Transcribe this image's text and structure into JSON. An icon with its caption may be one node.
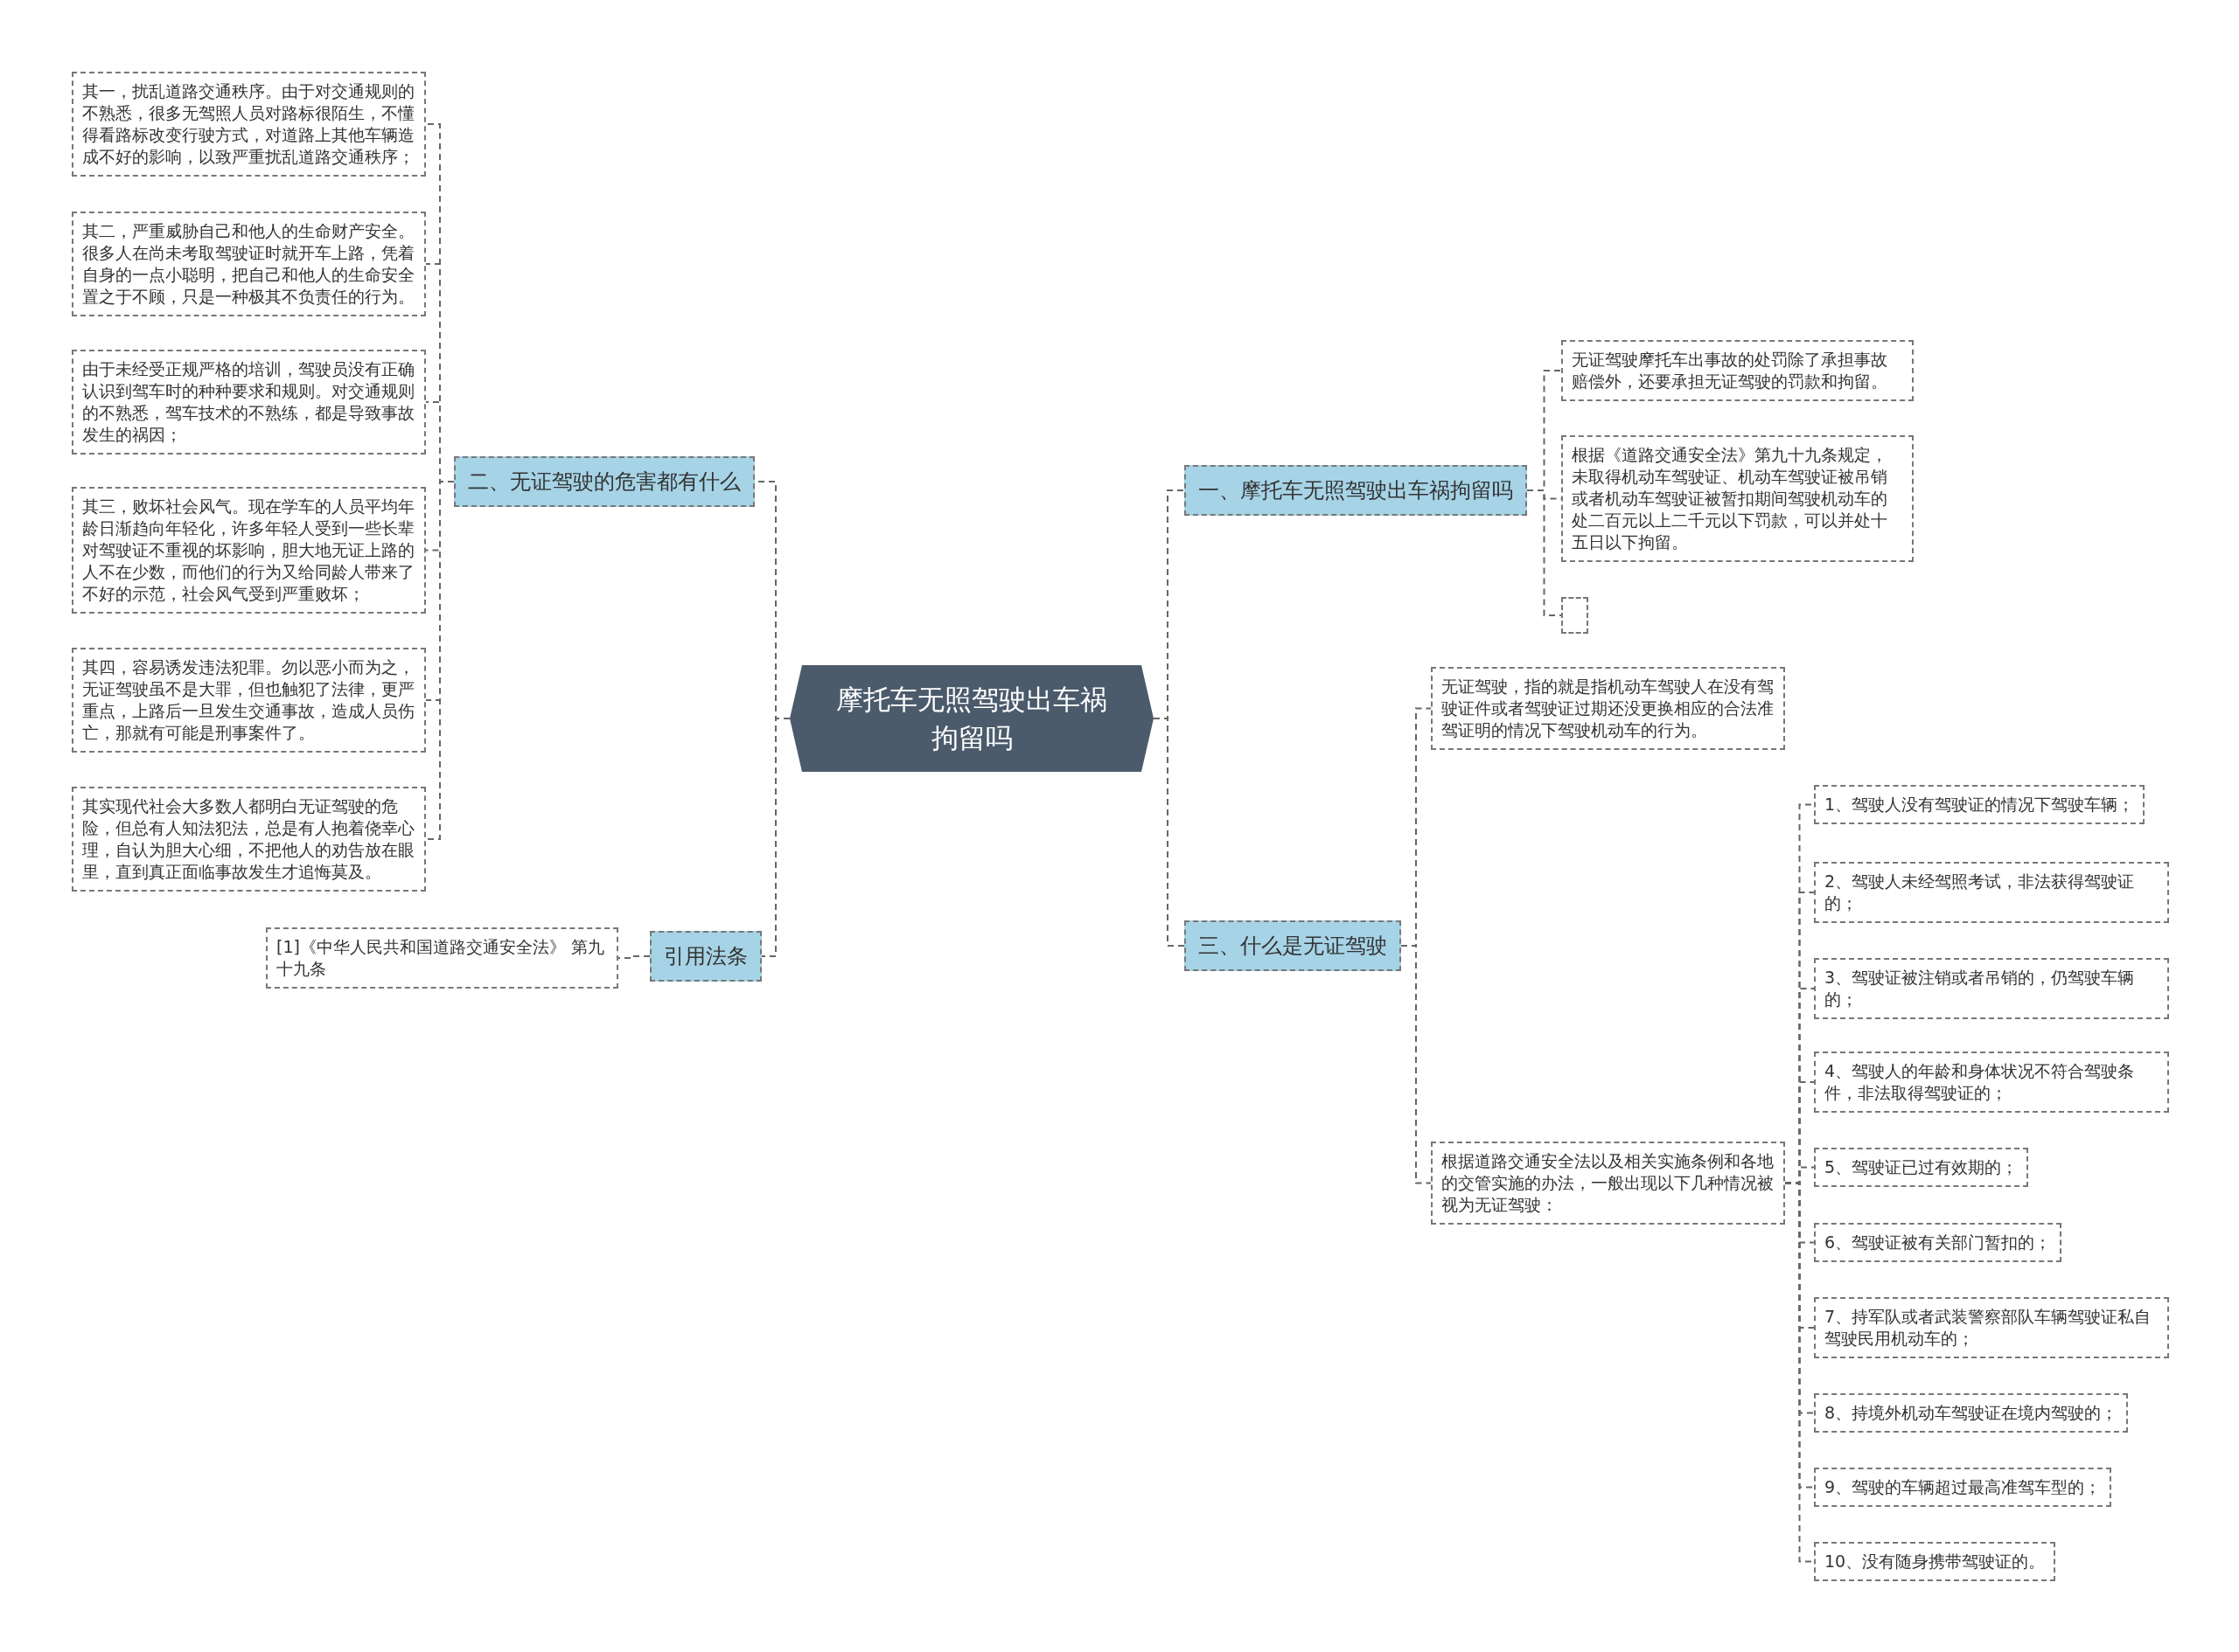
{
  "diagram": {
    "nodes": [
      {
        "text": [
          "摩托车无照驾驶出车祸拘留吗"
        ]
      },
      {
        "text": [
          "一、摩托车无照驾驶出车祸拘留吗"
        ]
      },
      {
        "text": [
          "无证驾驶摩托车出事故的处罚除了承担事故赔偿外，还要承担无证驾驶的罚款和拘留。"
        ]
      },
      {
        "text": [
          "根据《道路交通安全法》第九十九条规定，未取得机动车驾驶证、机动车驾驶证被吊销或者机动车驾驶证被暂扣期间驾驶机动车的处二百元以上二千元以下罚款，可以并处十五日以下拘留。"
        ]
      },
      {
        "text": [],
        "shape": "box"
      },
      {
        "text": [
          "二、无证驾驶的危害都有什么"
        ]
      },
      {
        "text": [
          "其一，扰乱道路交通秩序。由于对交通规则的不熟悉，很多无驾照人员对路标很陌生，不懂得看路标改变行驶方式，对道路上其他车辆造成不好的影响，以致严重扰乱道路交通秩序；"
        ]
      },
      {
        "text": [
          "其二，严重威胁自己和他人的生命财产安全。很多人在尚未考取驾驶证时就开车上路，凭着自身的一点小聪明，把自己和他人的生命安全置之于不顾，只是一种极其不负责任的行为。"
        ]
      },
      {
        "text": [
          "由于未经受正规严格的培训，驾驶员没有正确认识到驾车时的种种要求和规则。对交通规则的不熟悉，驾车技术的不熟练，都是导致事故发生的祸因；"
        ]
      },
      {
        "text": [
          "其三，败坏社会风气。现在学车的人员平均年龄日渐趋向年轻化，许多年轻人受到一些长辈对驾驶证不重视的坏影响，胆大地无证上路的人不在少数，而他们的行为又给同龄人带来了不好的示范，社会风气受到严重败坏；"
        ]
      },
      {
        "text": [
          "其四，容易诱发违法犯罪。勿以恶小而为之，无证驾驶虽不是大罪，但也触犯了法律，更严重点，上路后一旦发生交通事故，造成人员伤亡，那就有可能是刑事案件了。"
        ]
      },
      {
        "text": [
          "其实现代社会大多数人都明白无证驾驶的危险，但总有人知法犯法，总是有人抱着侥幸心理，自认为胆大心细，不把他人的劝告放在眼里，直到真正面临事故发生才追悔莫及。"
        ]
      },
      {
        "text": [
          "引用法条"
        ]
      },
      {
        "text": [
          "[1]《中华人民共和国道路交通安全法》 第九十九条"
        ]
      },
      {
        "text": [
          "三、什么是无证驾驶"
        ]
      },
      {
        "text": [
          "无证驾驶，指的就是指机动车驾驶人在没有驾驶证件或者驾驶证过期还没更换相应的合法准驾证明的情况下驾驶机动车的行为。"
        ]
      },
      {
        "text": [
          "根据道路交通安全法以及相关实施条例和各地的交管实施的办法，一般出现以下几种情况被视为无证驾驶："
        ]
      },
      {
        "text": [
          "1、驾驶人没有驾驶证的情况下驾驶车辆；"
        ]
      },
      {
        "text": [
          "2、驾驶人未经驾照考试，非法获得驾驶证的；"
        ]
      },
      {
        "text": [
          "3、驾驶证被注销或者吊销的，仍驾驶车辆的；"
        ]
      },
      {
        "text": [
          "4、驾驶人的年龄和身体状况不符合驾驶条件，非法取得驾驶证的；"
        ]
      },
      {
        "text": [
          "5、驾驶证已过有效期的；"
        ]
      },
      {
        "text": [
          "6、驾驶证被有关部门暂扣的；"
        ]
      },
      {
        "text": [
          "7、持军队或者武装警察部队车辆驾驶证私自驾驶民用机动车的；"
        ]
      },
      {
        "text": [
          "8、持境外机动车驾驶证在境内驾驶的；"
        ]
      },
      {
        "text": [
          "9、驾驶的车辆超过最高准驾车型的；"
        ]
      },
      {
        "text": [
          "10、没有随身携带驾驶证的。"
        ]
      }
    ],
    "edges": [
      {
        "from": 0,
        "to": 1,
        "arrow": "none"
      },
      {
        "from": 1,
        "to": 2,
        "arrow": "none"
      },
      {
        "from": 1,
        "to": 3,
        "arrow": "none"
      },
      {
        "from": 1,
        "to": 4,
        "arrow": "none"
      },
      {
        "from": 0,
        "to": 5,
        "arrow": "none"
      },
      {
        "from": 5,
        "to": 6,
        "arrow": "none"
      },
      {
        "from": 5,
        "to": 7,
        "arrow": "none"
      },
      {
        "from": 5,
        "to": 8,
        "arrow": "none"
      },
      {
        "from": 5,
        "to": 9,
        "arrow": "none"
      },
      {
        "from": 5,
        "to": 10,
        "arrow": "none"
      },
      {
        "from": 5,
        "to": 11,
        "arrow": "none"
      },
      {
        "from": 0,
        "to": 12,
        "arrow": "none"
      },
      {
        "from": 12,
        "to": 13,
        "arrow": "none"
      },
      {
        "from": 0,
        "to": 14,
        "arrow": "none"
      },
      {
        "from": 14,
        "to": 15,
        "arrow": "none"
      },
      {
        "from": 14,
        "to": 16,
        "arrow": "none"
      },
      {
        "from": 16,
        "to": 17,
        "arrow": "none"
      },
      {
        "from": 16,
        "to": 18,
        "arrow": "none"
      },
      {
        "from": 16,
        "to": 19,
        "arrow": "none"
      },
      {
        "from": 16,
        "to": 20,
        "arrow": "none"
      },
      {
        "from": 16,
        "to": 21,
        "arrow": "none"
      },
      {
        "from": 16,
        "to": 22,
        "arrow": "none"
      },
      {
        "from": 16,
        "to": 23,
        "arrow": "none"
      },
      {
        "from": 16,
        "to": 24,
        "arrow": "none"
      },
      {
        "from": 16,
        "to": 25,
        "arrow": "none"
      },
      {
        "from": 16,
        "to": 26,
        "arrow": "none"
      }
    ]
  }
}
